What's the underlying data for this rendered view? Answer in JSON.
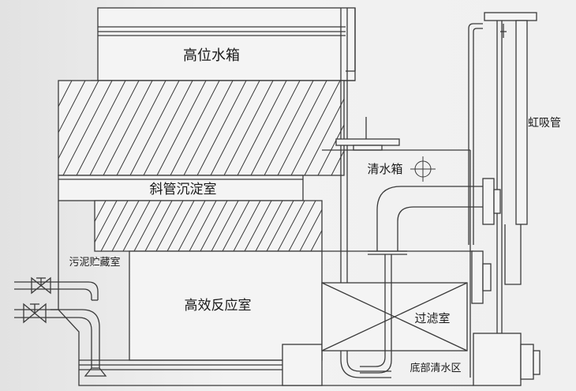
{
  "labels": {
    "high_tank": "高位水箱",
    "inclined_tube": "斜管沉淀室",
    "reaction": "高效反应室",
    "sludge": "污泥贮藏室",
    "clear_tank": "清水箱",
    "siphon": "虹吸管",
    "filter": "过滤室",
    "bottom_water": "底部清水区"
  },
  "colors": {
    "line": "#3a3a3a",
    "background": "#f0f0f0"
  }
}
